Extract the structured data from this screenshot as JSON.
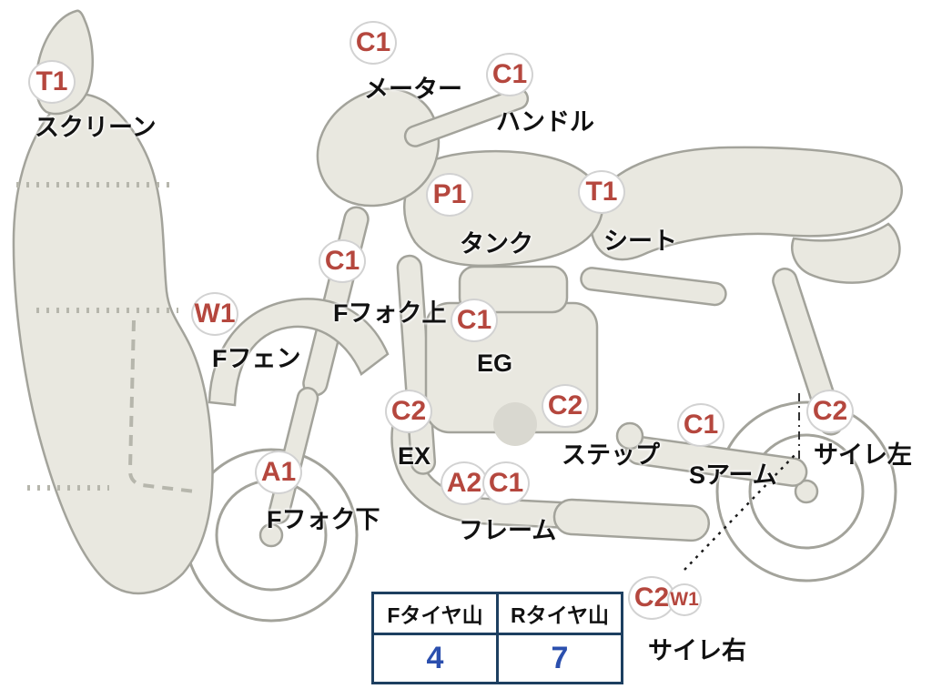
{
  "colors": {
    "badge_text": "#b5473e",
    "badge_fill": "#ffffff",
    "badge_border": "#d2d2d2",
    "label_text": "#111111",
    "sketch_fill": "#e9e8e0",
    "sketch_stroke": "#a3a39b",
    "table_border": "#1d3f60",
    "table_value_text": "#2b4fae"
  },
  "markers": [
    {
      "part": "screen",
      "code": "T1",
      "label": "スクリーン"
    },
    {
      "part": "meter",
      "code": "C1",
      "label": "メーター"
    },
    {
      "part": "handlebar",
      "code": "C1",
      "label": "ハンドル"
    },
    {
      "part": "tank",
      "code": "P1",
      "label": "タンク"
    },
    {
      "part": "seat",
      "code": "T1",
      "label": "シート"
    },
    {
      "part": "front-fork-upper",
      "code": "C1",
      "label": "Fフォク上"
    },
    {
      "part": "front-fender",
      "code": "W1",
      "label": "Fフェン"
    },
    {
      "part": "engine",
      "code": "C1",
      "label": "EG"
    },
    {
      "part": "exhaust",
      "code": "C2",
      "label": "EX"
    },
    {
      "part": "step",
      "code": "C2",
      "label": "ステップ"
    },
    {
      "part": "swing-arm",
      "code": "C1",
      "label": "Sアーム"
    },
    {
      "part": "silencer-left",
      "code": "C2",
      "label": "サイレ左"
    },
    {
      "part": "front-fork-lower",
      "code": "A1",
      "label": "Fフォク下"
    },
    {
      "part": "frame",
      "code": "A2",
      "code2": "C1",
      "label": "フレーム"
    },
    {
      "part": "silencer-right",
      "code": "C2",
      "code2": "W1",
      "label": "サイレ右"
    }
  ],
  "tire_table": {
    "front_header": "Fタイヤ山",
    "rear_header": "Rタイヤ山",
    "front_value": "4",
    "rear_value": "7"
  }
}
